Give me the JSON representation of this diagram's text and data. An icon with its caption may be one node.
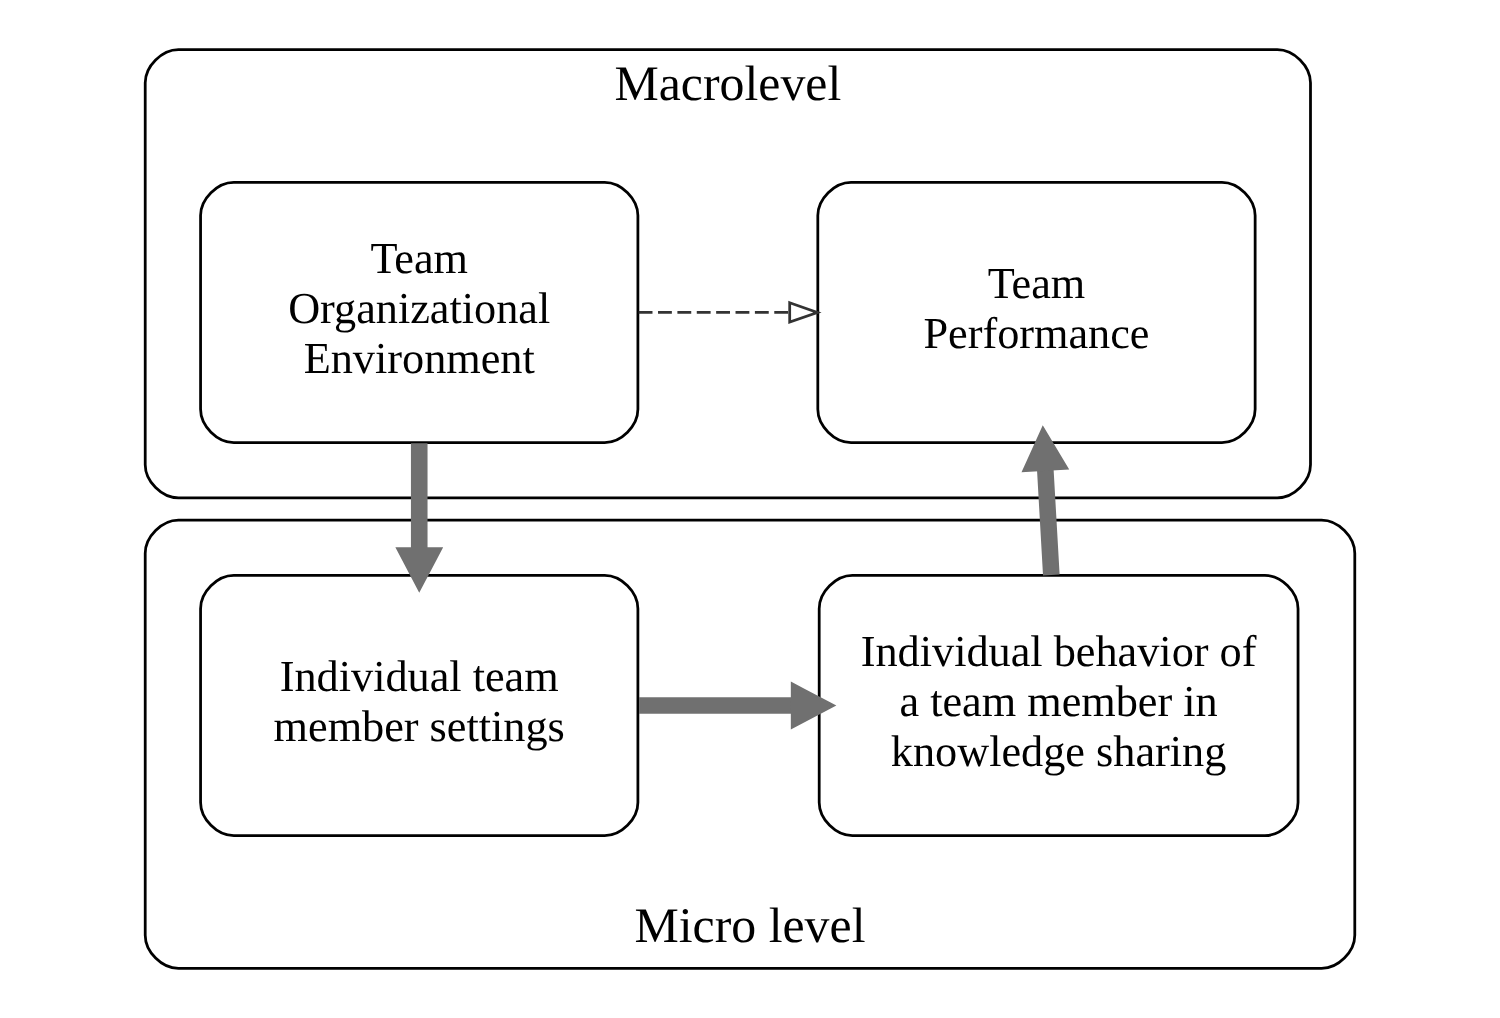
{
  "diagram": {
    "nodes": [
      {
        "text": [
          "Macrolevel"
        ]
      },
      {
        "text": [
          "Team Organizational Environment"
        ],
        "in": 0
      },
      {
        "text": [
          "Team Performance"
        ],
        "in": 0
      },
      {
        "text": [
          "Micro level"
        ]
      },
      {
        "text": [
          "Individual team member settings"
        ],
        "in": 3
      },
      {
        "text": [
          "Individual behavior of a team member in knowledge sharing"
        ],
        "in": 3
      }
    ],
    "edges": [
      {
        "from": 1,
        "to": 2,
        "arrow": "to",
        "style": "dashed"
      },
      {
        "from": 1,
        "to": 4,
        "arrow": "to"
      },
      {
        "from": 4,
        "to": 5,
        "arrow": "to"
      },
      {
        "from": 5,
        "to": 2,
        "arrow": "to"
      }
    ]
  }
}
